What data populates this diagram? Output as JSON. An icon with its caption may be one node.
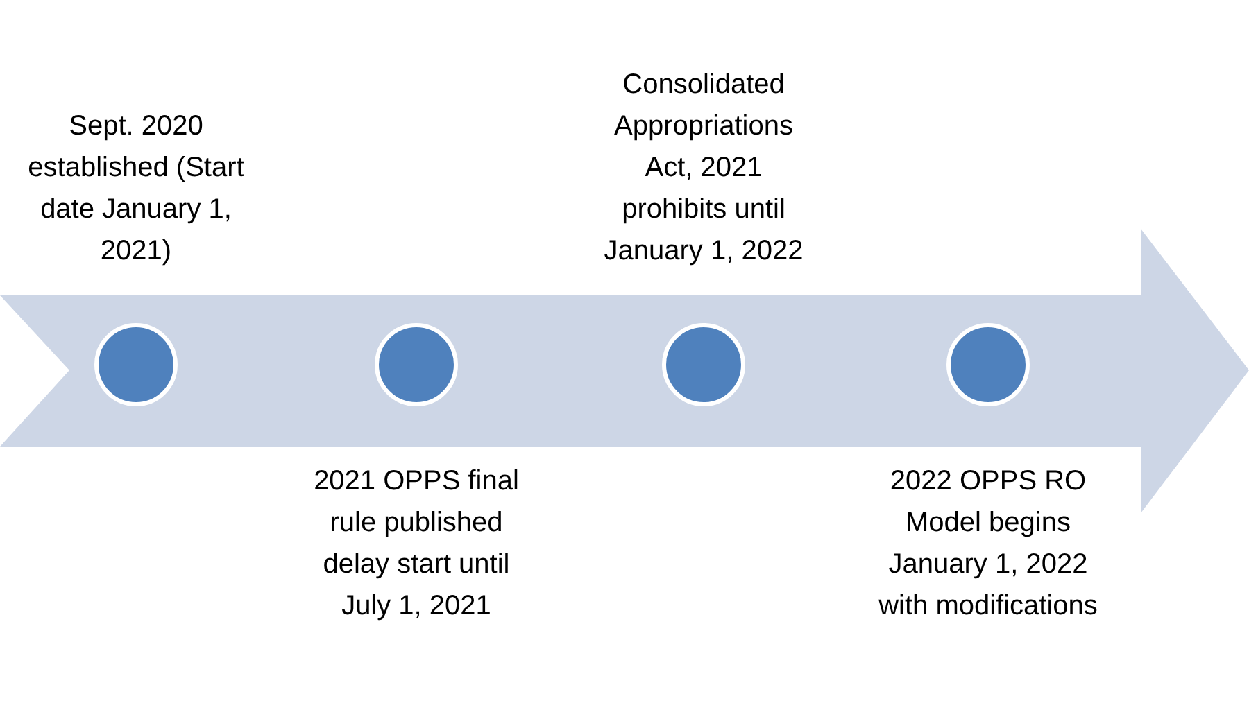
{
  "diagram": {
    "nodes": [
      {
        "text": [],
        "shape": "arrow"
      },
      {
        "text": [],
        "shape": "circle",
        "in": 0,
        "beside": [
          "Sept. 2020 established (Start date January 1, 2021)"
        ]
      },
      {
        "text": [],
        "shape": "circle",
        "in": 0,
        "beside": [
          "2021 OPPS final rule published delay start until July 1, 2021"
        ]
      },
      {
        "text": [],
        "shape": "circle",
        "in": 0,
        "beside": [
          "Consolidated Appropriations Act, 2021 prohibits until January 1, 2022"
        ]
      },
      {
        "text": [],
        "shape": "circle",
        "in": 0,
        "beside": [
          "2022 OPPS RO Model begins January 1, 2022 with modifications"
        ]
      }
    ]
  }
}
